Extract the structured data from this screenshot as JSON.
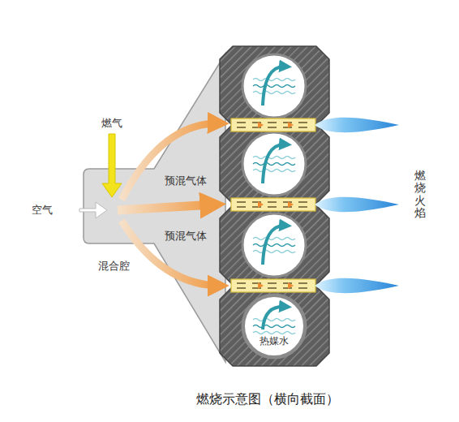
{
  "diagram": {
    "caption": "燃烧示意图（横向截面）",
    "nodes": [
      {
        "text": [
          "热媒水"
        ]
      }
    ],
    "labels": [
      "燃气",
      "空气",
      "预混气体",
      "预混气体",
      "混合腔",
      "燃烧火焰"
    ]
  }
}
